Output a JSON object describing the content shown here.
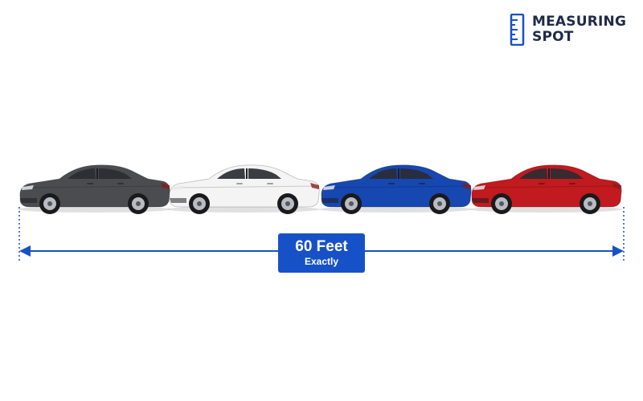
{
  "brand": {
    "line1": "MEASURING",
    "line2": "SPOT",
    "color": "#1f2a4a",
    "accent": "#1751c7",
    "icon": "ruler-icon"
  },
  "measurement": {
    "value_label": "60 Feet",
    "qualifier": "Exactly",
    "color": "#1751c7"
  },
  "cars": [
    {
      "name": "car-dark-gray",
      "color": "#4a4c50"
    },
    {
      "name": "car-white",
      "color": "#f4f4f4"
    },
    {
      "name": "car-blue",
      "color": "#1747b0"
    },
    {
      "name": "car-red",
      "color": "#c11a1f"
    }
  ]
}
